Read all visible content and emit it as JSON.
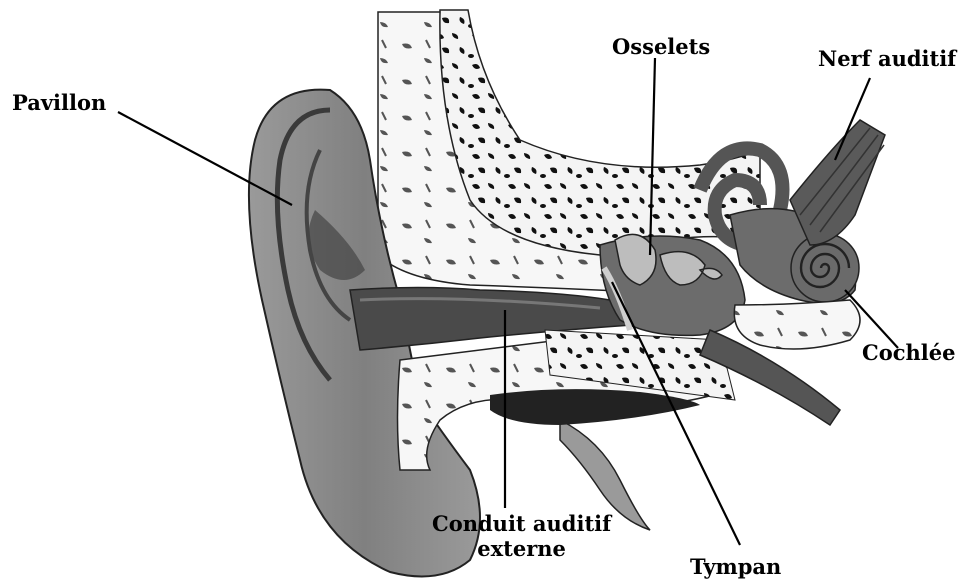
{
  "labels": {
    "pavillon": "Pavillon",
    "osselets": "Osselets",
    "nerf_auditif": "Nerf auditif",
    "cochlee": "Cochlée",
    "conduit_line1": "Conduit auditif",
    "conduit_line2": "externe",
    "tympan": "Tympan"
  },
  "colors": {
    "skin": "#8d8d8d",
    "skin_dark": "#5e5e5e",
    "bone": "#f4f4f4",
    "bone_spots": "#111111",
    "canal": "#4a4a4a",
    "inner_ear": "#6c6c6c",
    "label": "#000000"
  }
}
